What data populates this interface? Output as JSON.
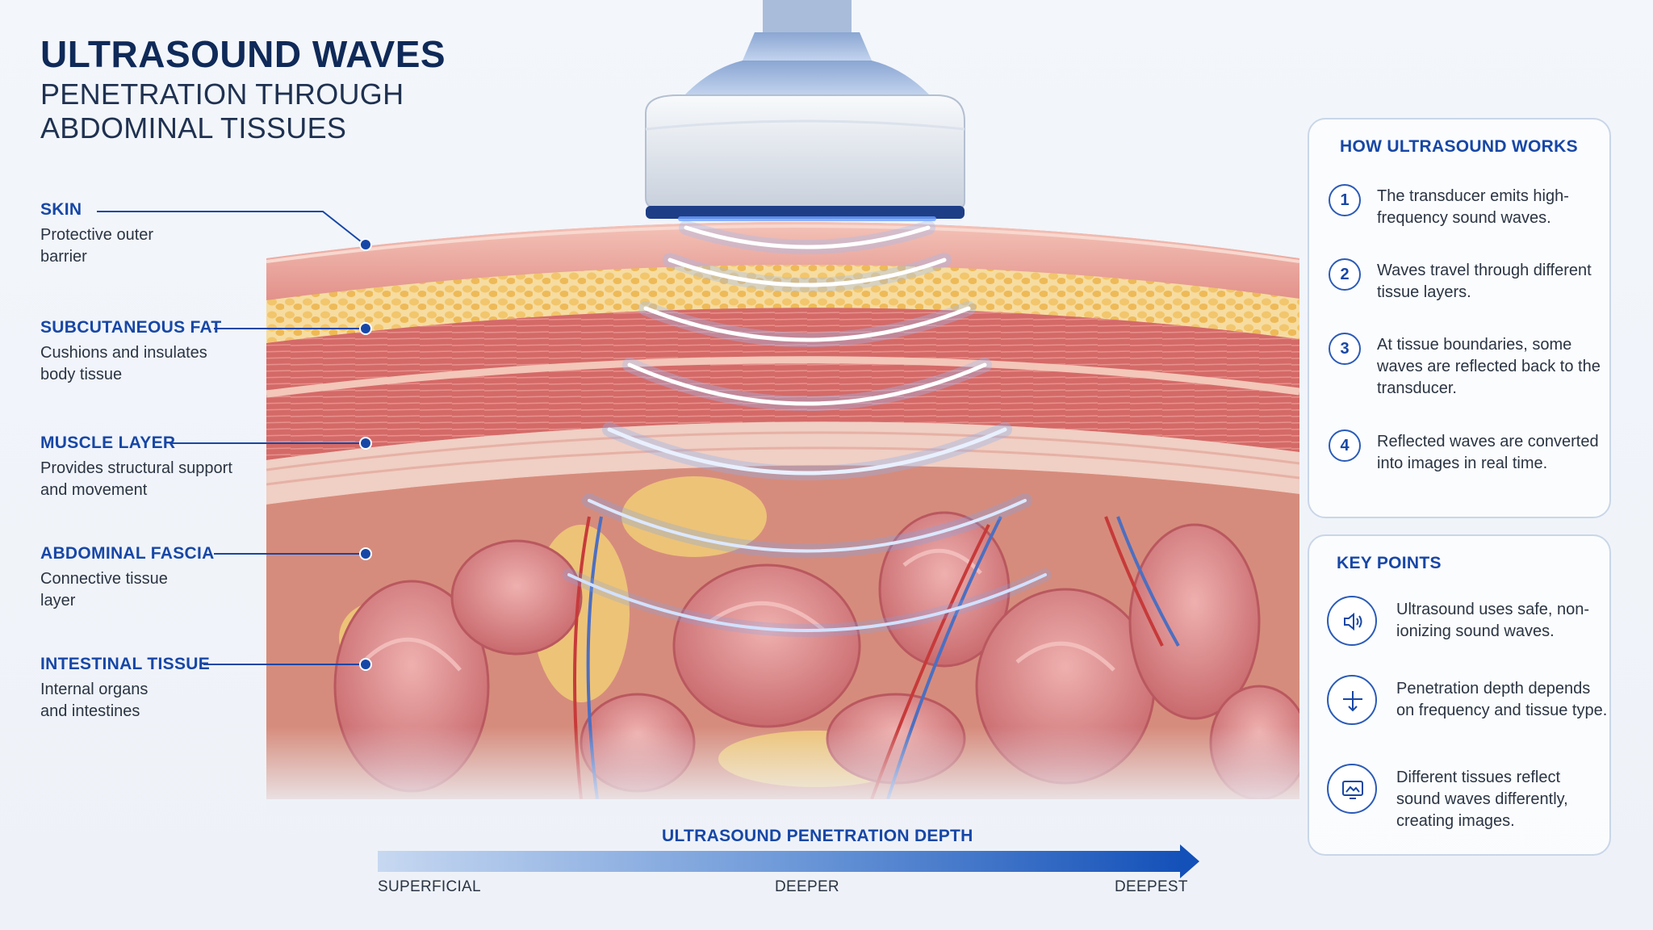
{
  "header": {
    "title": "ULTRASOUND WAVES",
    "subtitle": "PENETRATION THROUGH ABDOMINAL TISSUES"
  },
  "layers": [
    {
      "name": "SKIN",
      "desc": "Protective outer barrier"
    },
    {
      "name": "SUBCUTANEOUS FAT",
      "desc": "Cushions and insulates body tissue"
    },
    {
      "name": "MUSCLE LAYER",
      "desc": "Provides structural support and movement"
    },
    {
      "name": "ABDOMINAL FASCIA",
      "desc": "Connective tissue layer"
    },
    {
      "name": "INTESTINAL TISSUE",
      "desc": "Internal organs and intestines"
    }
  ],
  "how_it_works": {
    "title": "HOW ULTRASOUND WORKS",
    "steps": [
      {
        "num": "1",
        "text": "The transducer emits high-frequency sound waves."
      },
      {
        "num": "2",
        "text": "Waves travel through different tissue layers."
      },
      {
        "num": "3",
        "text": "At tissue boundaries, some waves are reflected back to the transducer."
      },
      {
        "num": "4",
        "text": "Reflected waves are converted into images in real time."
      }
    ]
  },
  "key_points": {
    "title": "KEY POINTS",
    "items": [
      {
        "icon": "speaker-sound-icon",
        "text": "Ultrasound uses safe, non-ionizing sound waves."
      },
      {
        "icon": "depth-arrow-icon",
        "text": "Penetration depth depends on frequency and tissue type."
      },
      {
        "icon": "monitor-image-icon",
        "text": "Different tissues reflect sound waves differently, creating images."
      }
    ]
  },
  "depth_scale": {
    "title": "ULTRASOUND PENETRATION DEPTH",
    "ticks": [
      "SUPERFICIAL",
      "DEEPER",
      "DEEPEST"
    ]
  },
  "colors": {
    "accent": "#1747a6",
    "title": "#0f2a58",
    "wave": "#5a8cf0",
    "skin": "#e9a9a0",
    "fat": "#f0cd86",
    "muscle": "#d66e6c",
    "intestine": "#e08f90"
  }
}
